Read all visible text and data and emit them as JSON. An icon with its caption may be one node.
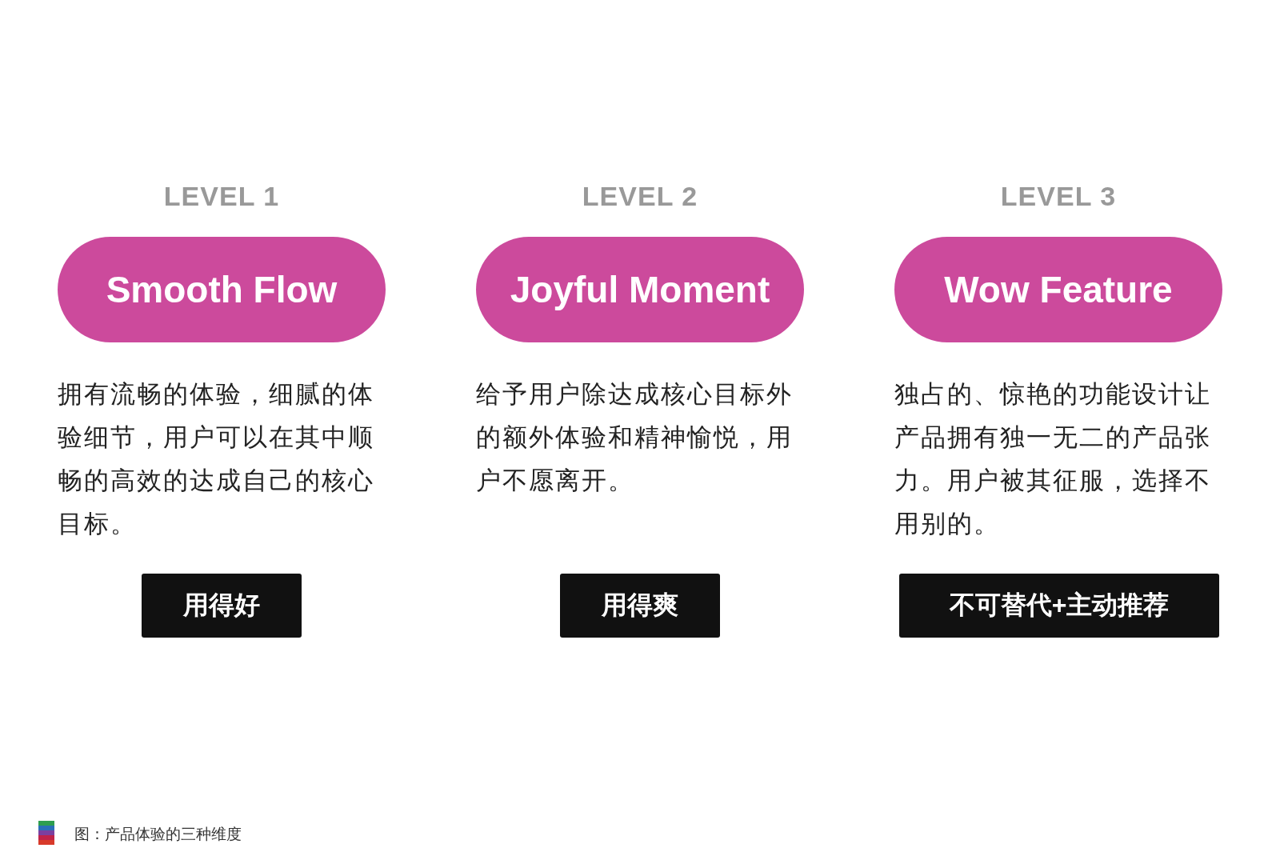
{
  "diagram": {
    "caption": "图：产品体验的三种维度",
    "nodes": [
      {
        "text": [
          "LEVEL 1",
          "Smooth Flow"
        ]
      },
      {
        "text": [
          "LEVEL 2",
          "Joyful Moment"
        ]
      },
      {
        "text": [
          "LEVEL 3",
          "Wow Feature"
        ]
      },
      {
        "text": [
          "用得好"
        ]
      },
      {
        "text": [
          "用得爽"
        ]
      },
      {
        "text": [
          "不可替代+主动推荐"
        ]
      }
    ],
    "edges": [],
    "labels": [
      "拥有流畅的体验，细腻的体验细节，用户可以在其中顺畅的高效的达成自己的核心目标。",
      "给予用户除达成核心目标外的额外体验和精神愉悦，用户不愿离开。",
      "独占的、惊艳的功能设计让产品拥有独一无二的产品张力。用户被其征服，选择不用别的。"
    ]
  }
}
